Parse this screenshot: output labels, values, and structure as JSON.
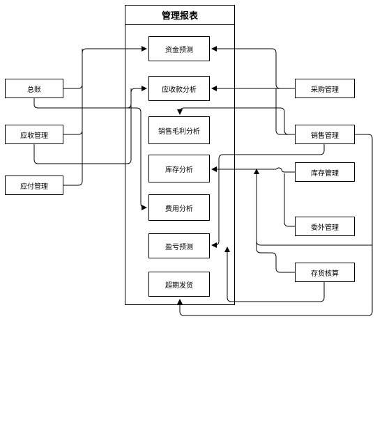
{
  "container": {
    "title": "管理报表"
  },
  "inner": {
    "zijin": "资金预测",
    "yingshou": "应收款分析",
    "xiaoshou": "销售毛利分析",
    "kucun": "库存分析",
    "feiyong": "费用分析",
    "yingkui": "盈亏预测",
    "chaoqi": "超期发货"
  },
  "left": {
    "zongzhang": "总账",
    "yingshou_mgmt": "应收管理",
    "yingfu_mgmt": "应付管理"
  },
  "right": {
    "caigou": "采购管理",
    "xiaoshou_mgmt": "销售管理",
    "kucun_mgmt": "库存管理",
    "weiwai": "委外管理",
    "cunhuo": "存货核算"
  }
}
